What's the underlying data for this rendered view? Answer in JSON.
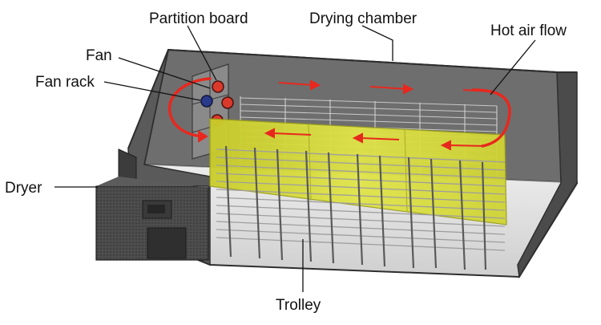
{
  "labels": {
    "partition_board": "Partition board",
    "drying_chamber": "Drying chamber",
    "hot_air_flow": "Hot air flow",
    "fan": "Fan",
    "fan_rack": "Fan rack",
    "dryer": "Dryer",
    "trolley": "Trolley"
  },
  "colors": {
    "chamber_outline": "#3a3a3a",
    "chamber_interior": "#6b6b6b",
    "chamber_side": "#4a4a4a",
    "floor": "#d9d9d9",
    "partition_board": "#d8dc3a",
    "air_flow": "#e8281e",
    "trolley_rack": "#bfbfbf",
    "dryer_body": "#555555",
    "leader_lines": "#111111"
  }
}
